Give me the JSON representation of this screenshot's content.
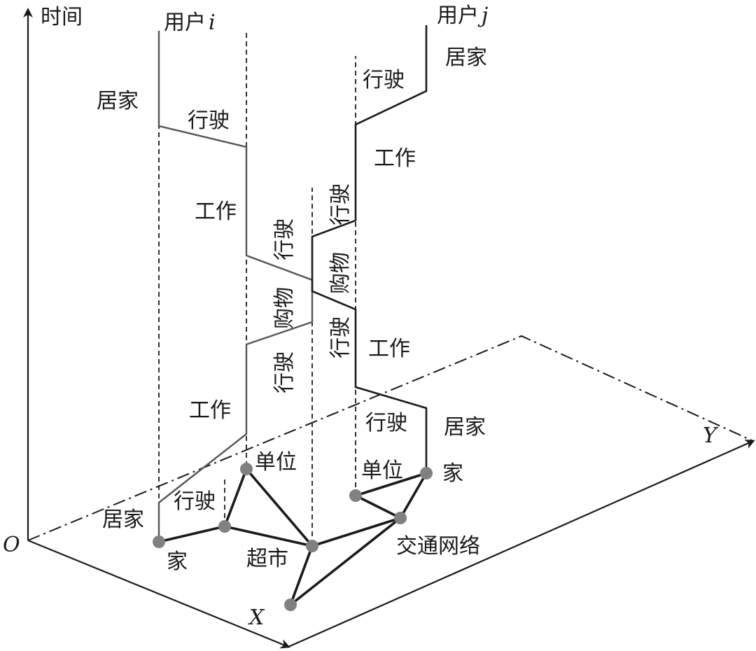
{
  "axes": {
    "time": "时间",
    "origin": "O",
    "x": "X",
    "y": "Y"
  },
  "users": {
    "i": {
      "name_prefix": "用户",
      "name_var": "i",
      "activities": {
        "home_bottom": "居家",
        "drive_1": "行驶",
        "work_1": "工作",
        "drive_2": "行驶",
        "shop": "购物",
        "drive_3": "行驶",
        "work_2": "工作",
        "drive_4": "行驶",
        "home_top": "居家"
      }
    },
    "j": {
      "name_prefix": "用户",
      "name_var": "j",
      "activities": {
        "home_bottom": "居家",
        "drive_1": "行驶",
        "work_1": "工作",
        "drive_2": "行驶",
        "shop": "购物",
        "drive_3": "行驶",
        "work_2": "工作",
        "drive_4": "行驶",
        "home_top": "居家"
      }
    }
  },
  "places": {
    "home_i": "家",
    "work_i": "单位",
    "market": "超市",
    "work_j": "单位",
    "home_j": "家",
    "network": "交通网络"
  },
  "colors": {
    "ink": "#1a1a1a",
    "path_i": "#555555",
    "node": "#808080"
  }
}
